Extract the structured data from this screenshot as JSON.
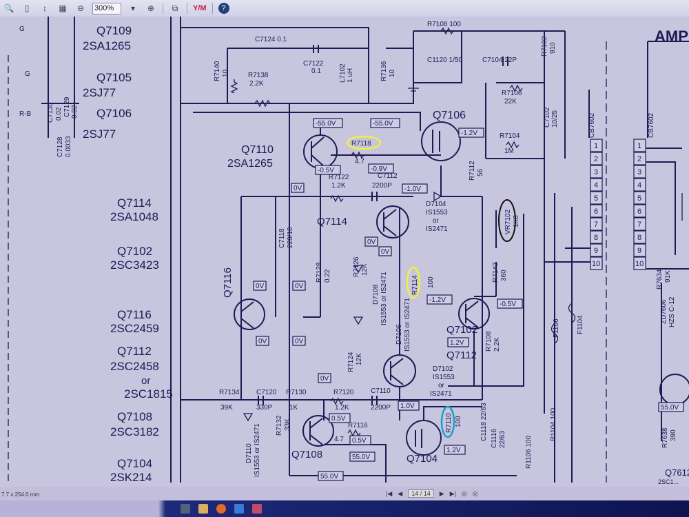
{
  "toolbar": {
    "zoom_value": "300%",
    "icons": [
      "search-icon",
      "page-icon",
      "fit-page-icon",
      "image-icon",
      "zoom-out-icon",
      "zoom-in-icon",
      "page-layout-icon",
      "ym-logo",
      "help-icon"
    ],
    "ym_label": "Y/M",
    "help_label": "?"
  },
  "status": {
    "page_size": "7.7 x 254.0 mm",
    "page_indicator": "14 / 14"
  },
  "schematic": {
    "title": "AMP",
    "parts_list": [
      {
        "ref": "Q7109",
        "type": "2SA1265"
      },
      {
        "ref": "Q7105",
        "type": "2SJ77"
      },
      {
        "ref": "Q7106",
        "type": "2SJ77"
      },
      {
        "ref": "Q7114",
        "type": "2SA1048"
      },
      {
        "ref": "Q7102",
        "type": "2SC3423"
      },
      {
        "ref": "Q7116",
        "type": "2SC2459"
      },
      {
        "ref": "Q7112",
        "type": "2SC2458",
        "alt_word": "or",
        "alt": "2SC1815"
      },
      {
        "ref": "Q7108",
        "type": "2SC3182"
      },
      {
        "ref": "Q7104",
        "type": "2SK214"
      }
    ],
    "left_parts": {
      "g1": "G",
      "g2": "G",
      "c7130": "C7130",
      "c7129": "C7129",
      "c7129_val": "0.02",
      "c7130_val": "0.02",
      "c7128": "C7128",
      "c7128_val": "0.0033",
      "rb": "R-B"
    },
    "components": {
      "c7124": "C7124  0.1",
      "c7122": "C7122",
      "c7122_val": "0.1",
      "r7140": "R7140",
      "r7140_val": "10",
      "r7138": "R7138",
      "r7138_val": "2.2K",
      "l7102": "L7102",
      "l7102_val": "1 uH",
      "r7136": "R7136",
      "r7136_val": "10",
      "r7108_top": "R7108  100",
      "c1120": "C1120  1/50",
      "c7104": "C7104  22P",
      "r7102": "R7102",
      "r7102_val": "910",
      "r7106": "R7106",
      "r7106_val": "22K",
      "r7104": "R7104",
      "r7104_val": "1M",
      "c7102": "C7102",
      "c7102_val": "10/25",
      "cb7602a": "CB7602",
      "cb7602b": "CB7602",
      "q7110": "Q7110",
      "q7110_type": "2SA1265",
      "q7106": "Q7106",
      "r7118": "R7118",
      "r7118_val": "4.7",
      "r7122": "R7122",
      "r7122_val": "1.2K",
      "c7112": "C7112",
      "c7112_val": "2200P",
      "r7112": "R7112",
      "r7112_val": "56",
      "d7104": "D7104",
      "d7104_a": "IS1553",
      "d7104_or": "or",
      "d7104_b": "IS2471",
      "vr7102": "VR7102",
      "vr7102_val": "1K8",
      "q7114": "Q7114",
      "c7118": "C7118",
      "c7118_val": "220/10",
      "r7126": "R7126",
      "r7126_val": "12K",
      "r7128": "R7128",
      "r7128_val": "0.22",
      "d7108": "D7108",
      "d7108_val": "IS1553 or IS2471",
      "r7114": "R7114",
      "r7114_val": "100",
      "r7142": "R7142",
      "r7142_val": "360",
      "q7116": "Q7116",
      "q7102": "Q7102",
      "q7112": "Q7112",
      "r7108": "R7108",
      "r7108_val": "2.2K",
      "d7102": "D7102",
      "d7102_a": "IS1553",
      "d7102_or": "or",
      "d7102_b": "IS2471",
      "r7124": "R7124",
      "r7124_val": "12K",
      "d7106": "D7106",
      "d7106_val": "IS1553 or IS2471",
      "f1106": "F1106",
      "f1104": "F1104",
      "r7134": "R7134",
      "r7134_val": "39K",
      "c7120": "C7120",
      "c7120_val": "330P",
      "r7130": "R7130",
      "r7130_val": "1K",
      "r7120": "R7120",
      "r7120_val": "1.2K",
      "c7110": "C7110",
      "c7110_val": "2200P",
      "d7110": "D7110",
      "d7110_val": "IS1553 or IS2471",
      "r7132": "R7132",
      "r7132_val": "33K",
      "r7116": "R7116",
      "r7116_val": "4.7",
      "r7110": "R7110",
      "r7110_val": "100",
      "q7108": "Q7108",
      "q7104": "Q7104",
      "c1116": "C1116",
      "c1116_val": "22/63",
      "c1118": "C1118  22/63",
      "r1106": "R1106  100",
      "r1104": "R1104  100",
      "r7634": "R7634",
      "r7634_val": "91K",
      "zd7606": "ZD7606",
      "zd7606_val": "HZS C-12",
      "q7612": "Q7612",
      "q7612_type": "2SC1...",
      "r7638": "R7638",
      "r7638_val": "390"
    },
    "voltages": [
      "-55.0V",
      "-55.0V",
      "-1.2V",
      "-0.5V",
      "-0.9V",
      "0V",
      "-1.0V",
      "0V",
      "0V",
      "0V",
      "0V",
      "-1.2V",
      "-0.5V",
      "1.2V",
      "0V",
      "0V",
      "0V",
      "1.0V",
      "0.5V",
      "0.5V",
      "55.0V",
      "1.2V",
      "55.0V",
      "55.0V"
    ],
    "connector_pins": [
      "1",
      "2",
      "3",
      "4",
      "5",
      "6",
      "7",
      "8",
      "9",
      "10"
    ],
    "highlight_colors": {
      "yellow": "#f2f03a",
      "blue": "#1aa0c8",
      "black": "#111111"
    }
  }
}
